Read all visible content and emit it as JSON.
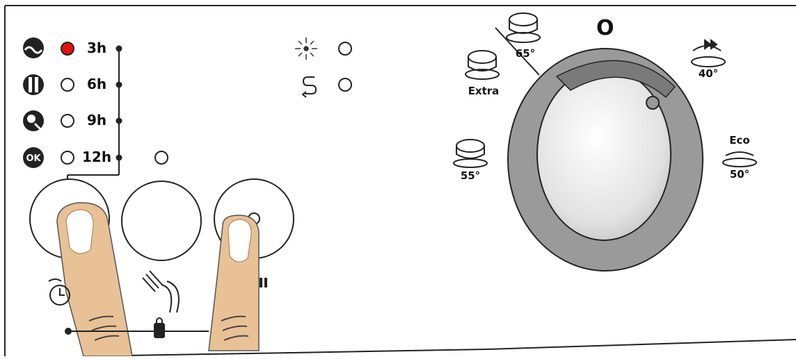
{
  "delay_timer": {
    "options": [
      {
        "label": "3h",
        "active": true
      },
      {
        "label": "6h",
        "active": false
      },
      {
        "label": "9h",
        "active": false
      },
      {
        "label": "12h",
        "active": false
      }
    ],
    "indicator_icons": [
      "steam-icon",
      "glass-icon",
      "pan-icon",
      "ok-icon"
    ]
  },
  "status_indicators": [
    {
      "icon": "rinse-aid-icon",
      "active": false
    },
    {
      "icon": "salt-refill-icon",
      "active": false
    }
  ],
  "buttons": [
    {
      "icon": "delay-start-icon"
    },
    {
      "icon": "half-load-icon"
    },
    {
      "icon": "start-pause-icon"
    }
  ],
  "program_dial": {
    "off_label": "O",
    "programs": [
      {
        "label": "Extra",
        "icon": "extra-wash-icon"
      },
      {
        "label": "65°",
        "icon": "intensive-icon"
      },
      {
        "label": "40°",
        "icon": "quick-wash-icon"
      },
      {
        "label": "55°",
        "icon": "normal-wash-icon"
      },
      {
        "label_top": "Eco",
        "label": "50°",
        "icon": "eco-wash-icon"
      }
    ]
  },
  "colors": {
    "active_led": "#e01010",
    "skin": "#e8c196",
    "dial_ring": "#9a9a9a",
    "dial_center": "#e6e6e6"
  }
}
